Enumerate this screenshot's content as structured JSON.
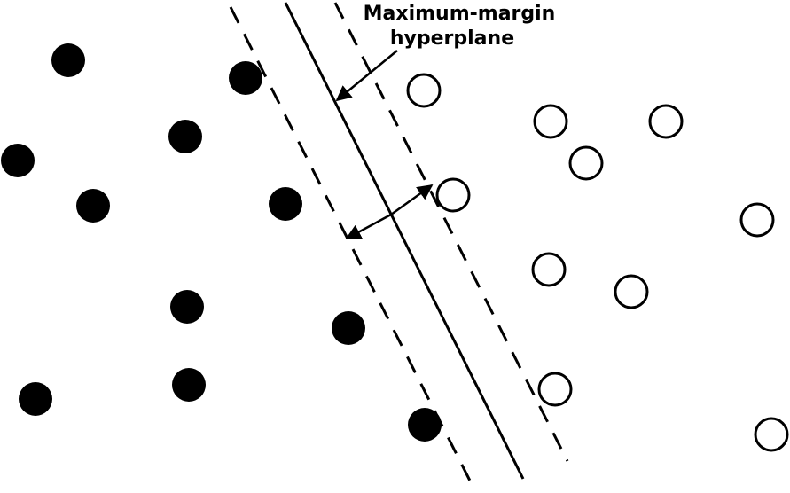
{
  "annotation": {
    "line1": "Maximum-margin",
    "line2": "hyperplane"
  },
  "colors": {
    "class_a_fill": "#000000",
    "class_b_fill": "#ffffff",
    "outline": "#000000",
    "background": "#ffffff"
  },
  "legend": {
    "class_a": "filled black circles",
    "class_b": "hollow white circles"
  }
}
